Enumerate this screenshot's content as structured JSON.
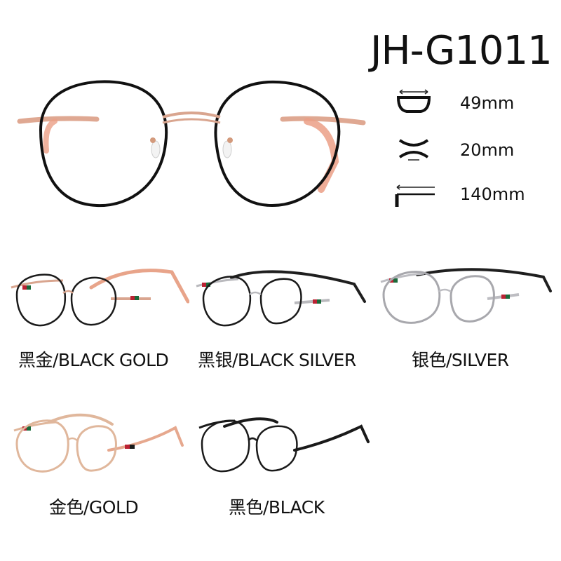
{
  "product": {
    "model": "JH-G1011"
  },
  "specs": [
    {
      "name": "lens-width",
      "icon": "lens-width-icon",
      "value": "49mm"
    },
    {
      "name": "bridge-width",
      "icon": "bridge-width-icon",
      "value": "20mm"
    },
    {
      "name": "temple-length",
      "icon": "temple-length-icon",
      "value": "140mm"
    }
  ],
  "variants": [
    {
      "label": "黑金/BLACK GOLD",
      "rim_color": "#1a1a1a",
      "metal_color": "#d9a58f",
      "temple_color": "#e8a48a"
    },
    {
      "label": "黑银/BLACK SILVER",
      "rim_color": "#1a1a1a",
      "metal_color": "#b9b9bd",
      "temple_color": "#1f1f1f"
    },
    {
      "label": "银色/SILVER",
      "rim_color": "#a8a8ad",
      "metal_color": "#bdbdc2",
      "temple_color": "#1f1f1f"
    },
    {
      "label": "金色/GOLD",
      "rim_color": "#e0b79c",
      "metal_color": "#e0b79c",
      "temple_color": "#e6a88e"
    },
    {
      "label": "黑色/BLACK",
      "rim_color": "#1a1a1a",
      "metal_color": "#1a1a1a",
      "temple_color": "#1a1a1a"
    }
  ]
}
